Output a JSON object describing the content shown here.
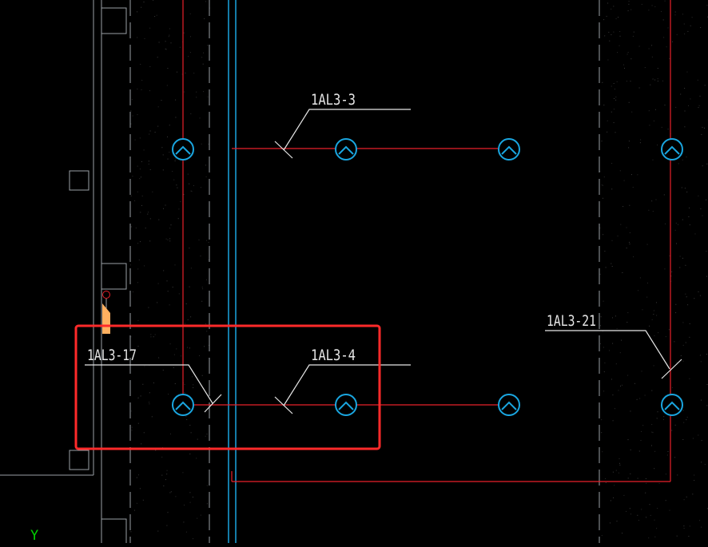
{
  "cad_view": {
    "background": "#000000",
    "colors": {
      "wall": "#9aa0a6",
      "circuit": "#e8202a",
      "fixture": "#1aa6e0",
      "label": "#e6e6e6",
      "leader": "#e6e6e6",
      "highlight": "#ff2a2a",
      "axis_y": "#00d000",
      "marker": "#ffb060"
    },
    "circuit_labels": {
      "c3": "1AL3-3",
      "c4": "1AL3-4",
      "c17": "1AL3-17",
      "c21": "1AL3-21"
    },
    "axis": {
      "y_label": "Y"
    }
  }
}
